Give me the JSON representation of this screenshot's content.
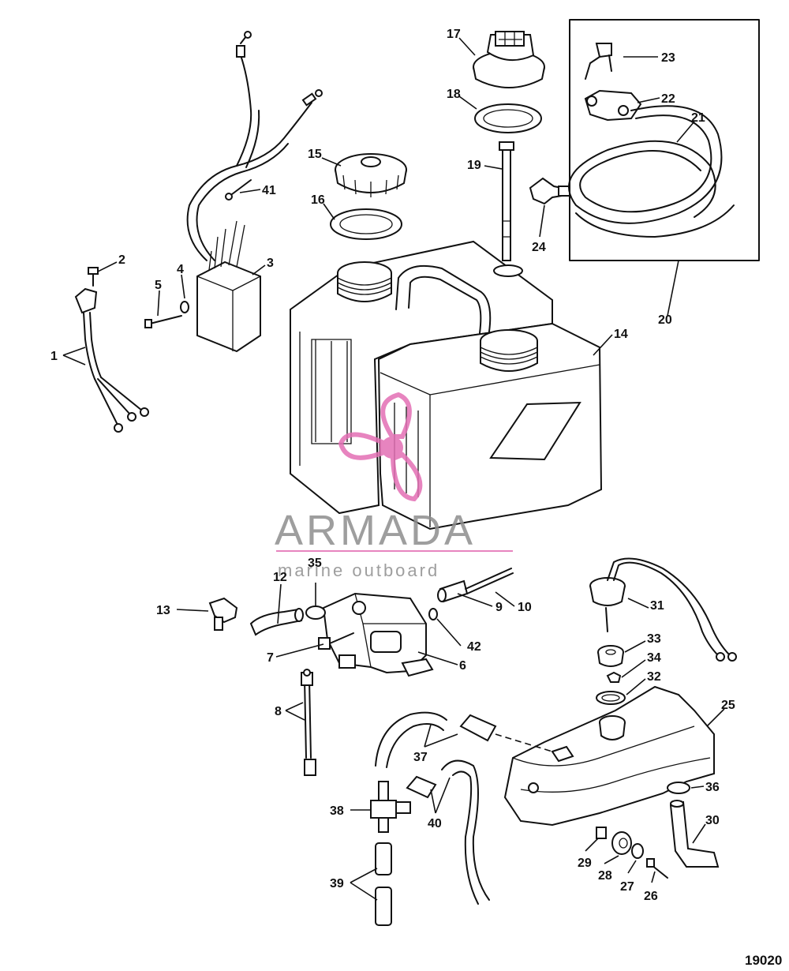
{
  "watermark": {
    "brand": "ARMADA",
    "tagline": "marine outboard",
    "accent_color": "#e36fb4",
    "text_color": "#8e8e8e"
  },
  "figure_number": "19020",
  "callouts": [
    {
      "id": "c1",
      "text": "1"
    },
    {
      "id": "c2",
      "text": "2"
    },
    {
      "id": "c3",
      "text": "3"
    },
    {
      "id": "c4",
      "text": "4"
    },
    {
      "id": "c5",
      "text": "5"
    },
    {
      "id": "c6",
      "text": "6"
    },
    {
      "id": "c7",
      "text": "7"
    },
    {
      "id": "c8",
      "text": "8"
    },
    {
      "id": "c9",
      "text": "9"
    },
    {
      "id": "c10",
      "text": "10"
    },
    {
      "id": "c12",
      "text": "12"
    },
    {
      "id": "c13",
      "text": "13"
    },
    {
      "id": "c14",
      "text": "14"
    },
    {
      "id": "c15",
      "text": "15"
    },
    {
      "id": "c16",
      "text": "16"
    },
    {
      "id": "c17",
      "text": "17"
    },
    {
      "id": "c18",
      "text": "18"
    },
    {
      "id": "c19",
      "text": "19"
    },
    {
      "id": "c20",
      "text": "20"
    },
    {
      "id": "c21",
      "text": "21"
    },
    {
      "id": "c22",
      "text": "22"
    },
    {
      "id": "c23",
      "text": "23"
    },
    {
      "id": "c24",
      "text": "24"
    },
    {
      "id": "c25",
      "text": "25"
    },
    {
      "id": "c26",
      "text": "26"
    },
    {
      "id": "c27",
      "text": "27"
    },
    {
      "id": "c28",
      "text": "28"
    },
    {
      "id": "c29",
      "text": "29"
    },
    {
      "id": "c30",
      "text": "30"
    },
    {
      "id": "c31",
      "text": "31"
    },
    {
      "id": "c32",
      "text": "32"
    },
    {
      "id": "c33",
      "text": "33"
    },
    {
      "id": "c34",
      "text": "34"
    },
    {
      "id": "c35",
      "text": "35"
    },
    {
      "id": "c36",
      "text": "36"
    },
    {
      "id": "c37",
      "text": "37"
    },
    {
      "id": "c38",
      "text": "38"
    },
    {
      "id": "c39",
      "text": "39"
    },
    {
      "id": "c40",
      "text": "40"
    },
    {
      "id": "c41",
      "text": "41"
    },
    {
      "id": "c42",
      "text": "42"
    }
  ]
}
